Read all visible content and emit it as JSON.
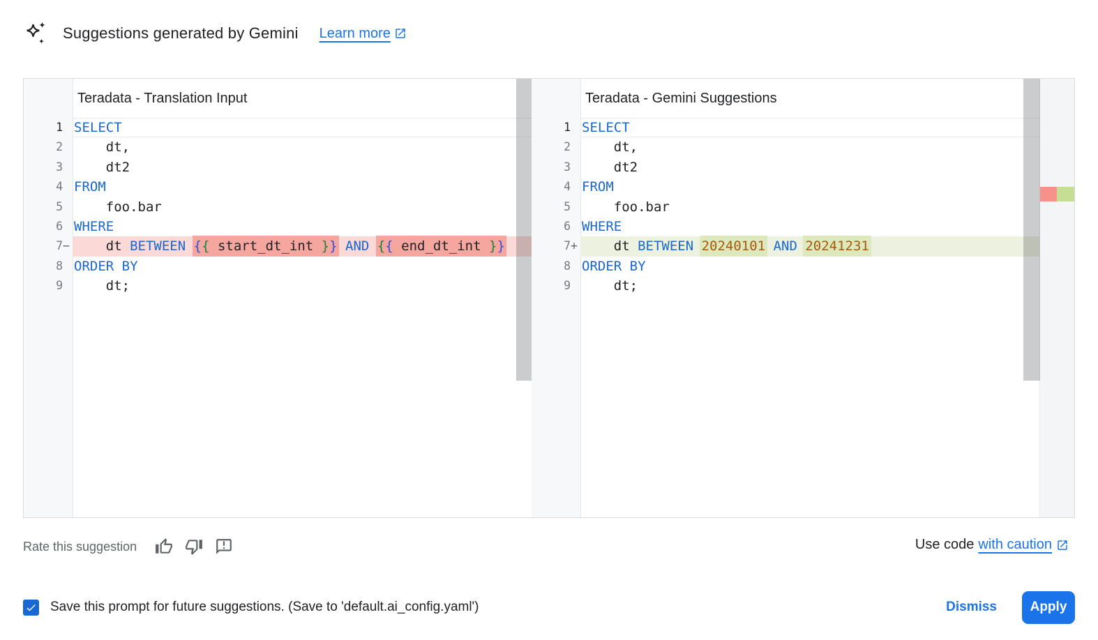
{
  "header": {
    "icon": "sparkle-icon",
    "title": "Suggestions generated by Gemini",
    "learn_more_label": "Learn more",
    "learn_more_icon": "external-link-icon"
  },
  "panels": {
    "left": {
      "title": "Teradata - Translation Input",
      "lines": [
        {
          "num": "1",
          "cur": true,
          "tokens": [
            {
              "t": "kw",
              "s": "SELECT"
            }
          ]
        },
        {
          "num": "2",
          "tokens": [
            {
              "s": "    dt,"
            }
          ]
        },
        {
          "num": "3",
          "tokens": [
            {
              "s": "    dt2"
            }
          ]
        },
        {
          "num": "4",
          "tokens": [
            {
              "t": "kw",
              "s": "FROM"
            }
          ]
        },
        {
          "num": "5",
          "tokens": [
            {
              "s": "    foo.bar"
            }
          ]
        },
        {
          "num": "6",
          "tokens": [
            {
              "t": "kw",
              "s": "WHERE"
            }
          ]
        },
        {
          "num": "7",
          "sign": "−",
          "mod": "del",
          "tokens": [
            {
              "s": "    dt "
            },
            {
              "t": "kw",
              "s": "BETWEEN"
            },
            {
              "s": " "
            },
            {
              "bg": "d",
              "tokens": [
                {
                  "t": "b1",
                  "s": "{"
                },
                {
                  "t": "b2",
                  "s": "{"
                },
                {
                  "s": " start_dt_int "
                },
                {
                  "t": "b2",
                  "s": "}"
                },
                {
                  "t": "b1",
                  "s": "}"
                }
              ]
            },
            {
              "s": " "
            },
            {
              "t": "kw",
              "s": "AND"
            },
            {
              "s": " "
            },
            {
              "bg": "d",
              "tokens": [
                {
                  "t": "b2",
                  "s": "{"
                },
                {
                  "t": "b1",
                  "s": "{"
                },
                {
                  "s": " end_dt_int "
                },
                {
                  "t": "b2",
                  "s": "}"
                },
                {
                  "t": "b1",
                  "s": "}"
                }
              ]
            }
          ]
        },
        {
          "num": "8",
          "tokens": [
            {
              "t": "kw",
              "s": "ORDER BY"
            }
          ]
        },
        {
          "num": "9",
          "tokens": [
            {
              "s": "    dt;"
            }
          ]
        }
      ]
    },
    "right": {
      "title": "Teradata - Gemini Suggestions",
      "lines": [
        {
          "num": "1",
          "cur": true,
          "tokens": [
            {
              "t": "kw",
              "s": "SELECT"
            }
          ]
        },
        {
          "num": "2",
          "tokens": [
            {
              "s": "    dt,"
            }
          ]
        },
        {
          "num": "3",
          "tokens": [
            {
              "s": "    dt2"
            }
          ]
        },
        {
          "num": "4",
          "tokens": [
            {
              "t": "kw",
              "s": "FROM"
            }
          ]
        },
        {
          "num": "5",
          "tokens": [
            {
              "s": "    foo.bar"
            }
          ]
        },
        {
          "num": "6",
          "tokens": [
            {
              "t": "kw",
              "s": "WHERE"
            }
          ]
        },
        {
          "num": "7",
          "sign": "+",
          "mod": "add",
          "tokens": [
            {
              "s": "    dt "
            },
            {
              "t": "kw",
              "s": "BETWEEN"
            },
            {
              "s": " "
            },
            {
              "bg": "a",
              "tokens": [
                {
                  "t": "num",
                  "s": "20240101"
                }
              ]
            },
            {
              "s": " "
            },
            {
              "t": "kw",
              "s": "AND"
            },
            {
              "s": " "
            },
            {
              "bg": "a",
              "tokens": [
                {
                  "t": "num",
                  "s": "20241231"
                }
              ]
            }
          ]
        },
        {
          "num": "8",
          "tokens": [
            {
              "t": "kw",
              "s": "ORDER BY"
            }
          ]
        },
        {
          "num": "9",
          "tokens": [
            {
              "s": "    dt;"
            }
          ]
        }
      ]
    }
  },
  "rate": {
    "label": "Rate this suggestion",
    "icons": [
      "thumb-up-icon",
      "thumb-down-icon",
      "feedback-icon"
    ]
  },
  "use_code": {
    "prefix": "Use code",
    "link": "with caution",
    "icon": "external-link-icon"
  },
  "save": {
    "checked": true,
    "label": "Save this prompt for future suggestions. (Save to 'default.ai_config.yaml')"
  },
  "buttons": {
    "dismiss": "Dismiss",
    "apply": "Apply"
  },
  "colors": {
    "accent_blue": "#1a73e8",
    "keyword_blue": "#1967d2",
    "number_orange": "#a65b0b",
    "brace_blue": "#2b50d8",
    "brace_green": "#188038",
    "diff_removed_line": "#fbd9d6",
    "diff_removed_inline": "#f5a69f",
    "diff_added_line": "#edf2e0",
    "diff_added_inline": "#dde8bd",
    "ruler_removed": "#f6928a",
    "ruler_added": "#c6dd94",
    "scrollbar": "#c1c3c5",
    "gutter_bg": "#f7f8fa"
  }
}
